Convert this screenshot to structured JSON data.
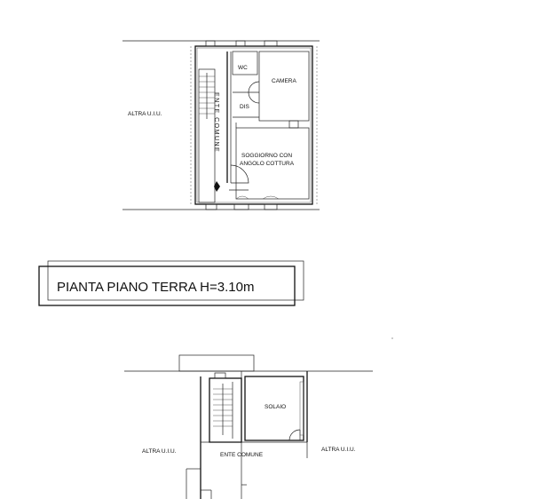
{
  "ground_floor": {
    "title": "PIANTA PIANO TERRA H=3.10m",
    "labels": {
      "altra_left": "ALTRA U.I.U.",
      "ente_comune": "ENTE COMUNE",
      "wc": "WC",
      "camera": "CAMERA",
      "dis": "DIS",
      "soggiorno_line1": "SOGGIORNO CON",
      "soggiorno_line2": "ANGOLO COTTURA"
    }
  },
  "upper_floor": {
    "labels": {
      "solaio": "SOLAIO",
      "altra_left": "ALTRA U.I.U.",
      "ente_comune": "ENTE COMUNE",
      "altra_right": "ALTRA U.I.U."
    }
  },
  "colors": {
    "ink": "#111111",
    "paper": "#ffffff"
  }
}
